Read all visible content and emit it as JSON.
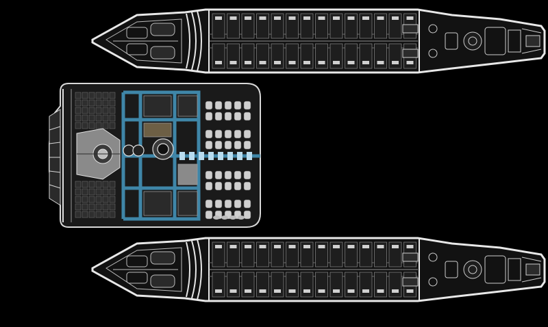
{
  "diagram": {
    "kind": "starship deck plan",
    "colors": {
      "background": "#000000",
      "hull_outline": "#e8e8e8",
      "hull_fill": "#121212",
      "structure": "#9a9a9a",
      "machinery": "#cfcfcf",
      "corridor": "#3f86a8",
      "center_panel": "#2d2d2d"
    },
    "views": [
      {
        "id": "top-view",
        "role": "outer hull deck (upper)"
      },
      {
        "id": "center-view",
        "role": "central module deck"
      },
      {
        "id": "bottom-view",
        "role": "outer hull deck (lower)"
      }
    ]
  }
}
